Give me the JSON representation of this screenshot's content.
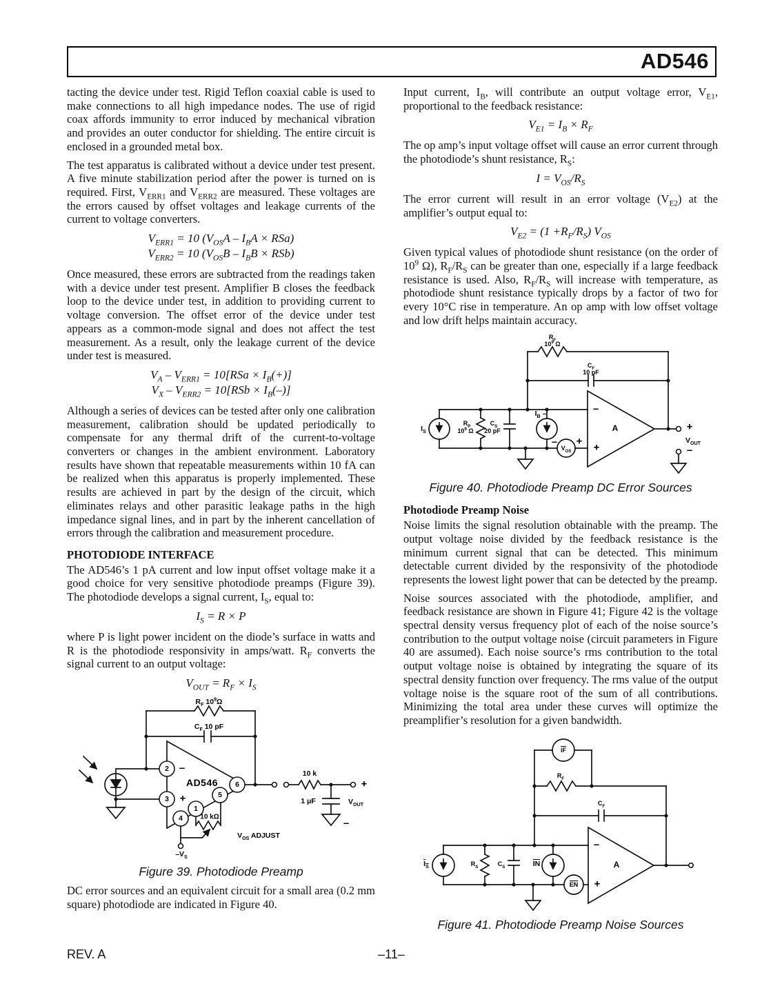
{
  "header": {
    "part_number": "AD546"
  },
  "footer": {
    "rev": "REV. A",
    "page_number": "–11–"
  },
  "left_column": {
    "para_continuation": "tacting the device under test. Rigid Teflon coaxial cable is used to make connections to all high impedance nodes. The use of rigid coax affords immunity to error induced by mechanical vibration and provides an outer conductor for shielding. The entire circuit is enclosed in a grounded metal box.",
    "para_test_apparatus": "The test apparatus is calibrated without a device under test present. A five minute stabilization period after the power is turned on is required. First, V~ERR1~ and V~ERR2~ are measured. These voltages are the errors caused by offset voltages and leakage currents of the current to voltage converters.",
    "eq_verr1": "V~ERR1~ = 10 (V~OS~A – I~B~A × RSa)",
    "eq_verr2": "V~ERR2~ = 10 (V~OS~B – I~B~B × RSb)",
    "para_once_measured": "Once measured, these errors are subtracted from the readings taken with a device under test present. Amplifier B closes the feedback loop to the device under test, in addition to providing current to voltage conversion. The offset error of the device under test appears as a common-mode signal and does not affect the test measurement. As a result, only the leakage current of the device under test is measured.",
    "eq_va": "V~A~ – V~ERR1~ = 10[RSa × I~B~(+)]",
    "eq_vx": "V~X~ – V~ERR2~ = 10[RSb × I~B~(–)]",
    "para_although": "Although a series of devices can be tested after only one calibration measurement, calibration should be updated periodically to compensate for any thermal drift of the current-to-voltage converters or changes in the ambient environment. Laboratory results have shown that repeatable measurements within 10 fA can be realized when this apparatus is properly implemented. These results are achieved in part by the design of the circuit, which eliminates relays and other parasitic leakage paths in the high impedance signal lines, and in part by the inherent cancellation of errors through the calibration and measurement procedure.",
    "heading_photodiode_interface": "PHOTODIODE INTERFACE",
    "para_ad546_choice": "The AD546’s 1 pA current and low input offset voltage make it a good choice for very sensitive photodiode preamps (Figure 39). The photodiode develops a signal current, I~S~, equal to:",
    "eq_is": "I~S~ = R × P",
    "para_where_p": "where P is light power incident on the diode’s surface in watts and R is the photodiode responsivity in amps/watt. R~F~ converts the signal current to an output voltage:",
    "eq_vout": "V~OUT~ = R~F~ × I~S~",
    "fig39": {
      "caption": "Figure 39.  Photodiode Preamp",
      "labels": {
        "rf": "R~F~  10^9^Ω",
        "cf": "C~F~   10 pF",
        "chip": "AD546",
        "pin2": "2",
        "pin3": "3",
        "pin6": "6",
        "pin5": "5",
        "pin1": "1",
        "pin4": "4",
        "minus_input": "–",
        "plus_input": "+",
        "pot_value": "10 kΩ",
        "vos_adjust": "V~OS~ ADJUST",
        "neg_supply": "–V~S~",
        "r_out": "10 k",
        "c_out": "1 μF",
        "vout": "V~OUT~",
        "out_plus": "+",
        "out_minus": "–"
      }
    },
    "para_dc_error": "DC error sources and an equivalent circuit for a small area (0.2 mm square) photodiode are indicated in Figure 40."
  },
  "right_column": {
    "para_input_current": "Input current, I~B~, will contribute an output voltage error, V~E1~, proportional to the feedback resistance:",
    "eq_ve1": "V~E1~ = I~B~ × R~F~",
    "para_op_amp_offset": "The op amp’s input voltage offset will cause an error current through the photodiode’s shunt resistance, R~S~:",
    "eq_i": "I = V~OS~/R~S~",
    "para_error_current": "The error current will result in an error voltage (V~E2~) at the amplifier’s output equal to:",
    "eq_ve2": "V~E2~ = (1 +R~F~/R~S~) V~OS~",
    "para_given_typical": "Given typical values of photodiode shunt resistance (on the order of 10^9^ Ω), R~F~/R~S~ can be greater than one, especially if a large feedback resistance is used. Also, R~F~/R~S~ will increase with temperature, as photodiode shunt resistance typically drops by a factor of two for every 10°C rise in temperature. An op amp with low offset voltage and low drift helps maintain accuracy.",
    "fig40": {
      "caption": "Figure 40.  Photodiode Preamp DC Error Sources",
      "labels": {
        "rf_name": "R~F~",
        "rf_value": "10^9^ Ω",
        "cf_name": "C~F~",
        "cf_value": "10 pF",
        "is": "I~S~",
        "rp_name": "R~P~",
        "rp_value": "10^9^ Ω",
        "cs_name": "C~S~",
        "cs_value": "20 pF",
        "ib": "I~B~ –",
        "vos": "V~OS~",
        "vos_minus": "–",
        "vos_plus": "+",
        "amp_minus": "–",
        "amp_plus": "+",
        "amp": "A",
        "out_plus": "+",
        "vout": "V~OUT~",
        "out_minus": "–"
      }
    },
    "heading_preamp_noise": "Photodiode Preamp Noise",
    "para_noise_limits": "Noise limits the signal resolution obtainable with the preamp. The output voltage noise divided by the feedback resistance is the minimum current signal that can be detected. This minimum detectable current divided by the responsivity of the photodiode represents the lowest light power that can be detected by the preamp.",
    "para_noise_sources": "Noise sources associated with the photodiode, amplifier, and feedback resistance are shown in Figure 41; Figure 42 is the voltage spectral density versus frequency plot of each of the noise source’s contribution to the output voltage noise (circuit parameters in Figure 40 are assumed). Each noise source’s rms contribution to the total output voltage noise is obtained by integrating the square of its spectral density function over frequency. The rms value of the output voltage noise is the square root of the sum of all contributions. Minimizing the total area under these curves will optimize the preamplifier’s resolution for a given bandwidth.",
    "fig41": {
      "caption": "Figure 41.  Photodiode Preamp Noise Sources",
      "labels": {
        "if_noise": "iF",
        "rf": "R~F~",
        "cf": "C~F~",
        "is_noise": "I~S~",
        "rs": "R~S~",
        "cs": "C~S~",
        "in_noise": "IN",
        "en_noise": "EN",
        "amp_minus": "–",
        "amp_plus": "+",
        "amp": "A"
      }
    }
  }
}
